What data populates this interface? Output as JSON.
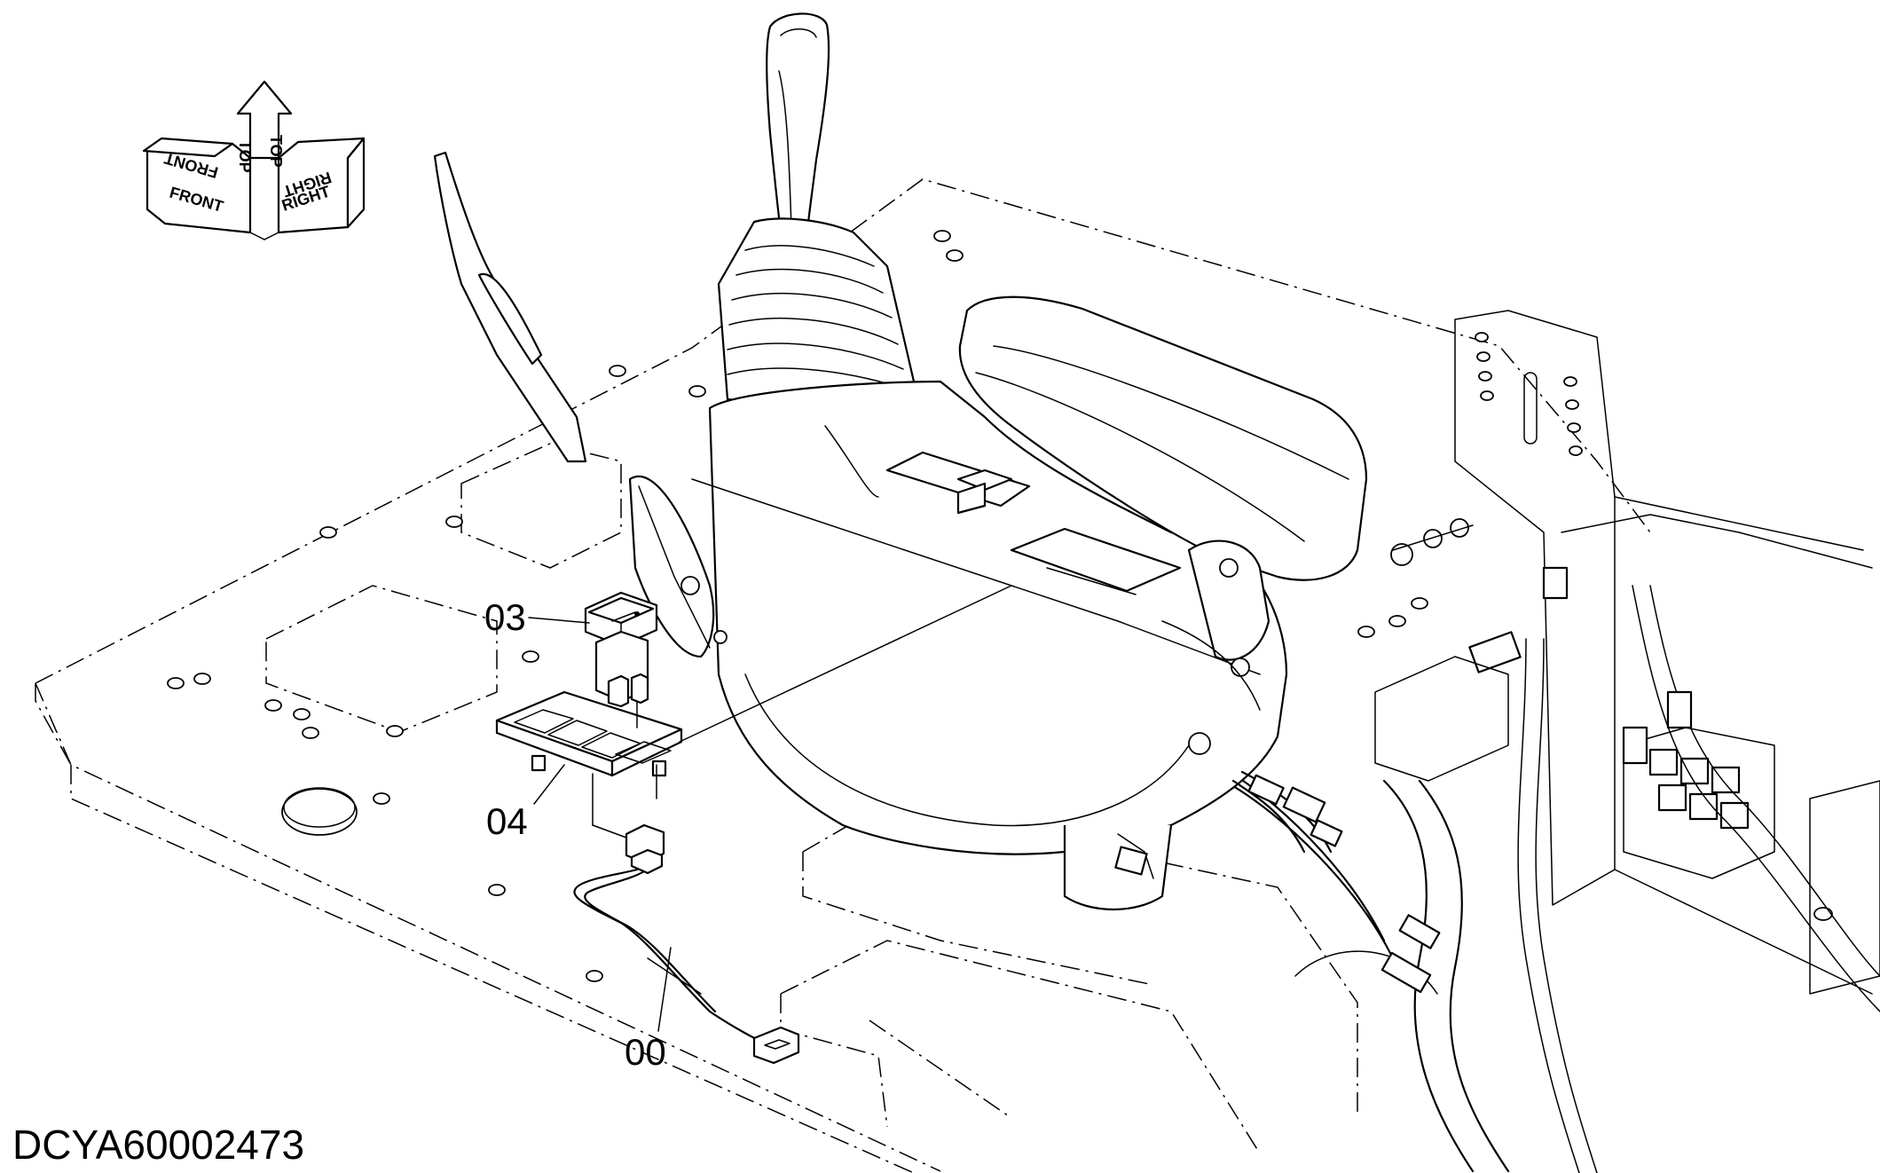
{
  "drawing": {
    "code": "DCYA60002473",
    "orientation": {
      "front": "FRONT",
      "top": "TOP",
      "right": "RIGHT"
    },
    "callouts": [
      {
        "id": "c03",
        "label": "03"
      },
      {
        "id": "c04",
        "label": "04"
      },
      {
        "id": "c00",
        "label": "00"
      }
    ]
  }
}
